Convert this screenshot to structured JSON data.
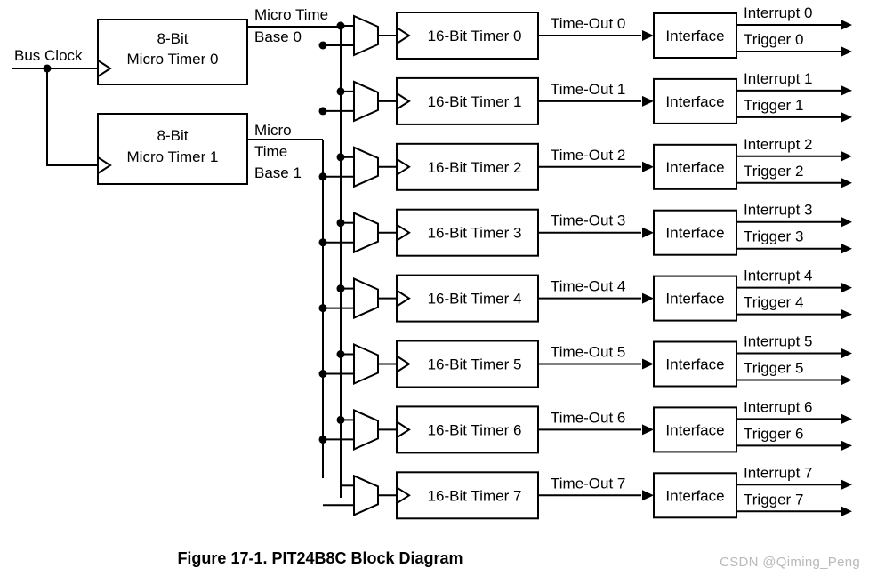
{
  "figure": {
    "caption": "Figure 17-1. PIT24B8C Block Diagram",
    "watermark": "CSDN @Qiming_Peng"
  },
  "inputs": {
    "bus_clock_label": "Bus Clock"
  },
  "micro_timers": [
    {
      "line1": "8-Bit",
      "line2": "Micro Timer 0",
      "output_label_line1": "Micro Time",
      "output_label_line2": "Base 0",
      "output_label_line3": ""
    },
    {
      "line1": "8-Bit",
      "line2": "Micro Timer 1",
      "output_label_line1": "Micro",
      "output_label_line2": "Time",
      "output_label_line3": "Base 1"
    }
  ],
  "channels": [
    {
      "mux_name": "mux-0",
      "timer_label": "16-Bit Timer 0",
      "timeout_label": "Time-Out 0",
      "interface_label": "Interface",
      "interrupt_label": "Interrupt 0",
      "trigger_label": "Trigger 0"
    },
    {
      "mux_name": "mux-1",
      "timer_label": "16-Bit Timer 1",
      "timeout_label": "Time-Out 1",
      "interface_label": "Interface",
      "interrupt_label": "Interrupt 1",
      "trigger_label": "Trigger 1"
    },
    {
      "mux_name": "mux-2",
      "timer_label": "16-Bit Timer 2",
      "timeout_label": "Time-Out 2",
      "interface_label": "Interface",
      "interrupt_label": "Interrupt 2",
      "trigger_label": "Trigger 2"
    },
    {
      "mux_name": "mux-3",
      "timer_label": "16-Bit Timer 3",
      "timeout_label": "Time-Out 3",
      "interface_label": "Interface",
      "interrupt_label": "Interrupt 3",
      "trigger_label": "Trigger 3"
    },
    {
      "mux_name": "mux-4",
      "timer_label": "16-Bit Timer 4",
      "timeout_label": "Time-Out 4",
      "interface_label": "Interface",
      "interrupt_label": "Interrupt 4",
      "trigger_label": "Trigger 4"
    },
    {
      "mux_name": "mux-5",
      "timer_label": "16-Bit Timer 5",
      "timeout_label": "Time-Out 5",
      "interface_label": "Interface",
      "interrupt_label": "Interrupt 5",
      "trigger_label": "Trigger 5"
    },
    {
      "mux_name": "mux-6",
      "timer_label": "16-Bit Timer 6",
      "timeout_label": "Time-Out 6",
      "interface_label": "Interface",
      "interrupt_label": "Interrupt 6",
      "trigger_label": "Trigger 6"
    },
    {
      "mux_name": "mux-7",
      "timer_label": "16-Bit Timer 7",
      "timeout_label": "Time-Out 7",
      "interface_label": "Interface",
      "interrupt_label": "Interrupt 7",
      "trigger_label": "Trigger 7"
    }
  ],
  "colors": {
    "line": "#000000",
    "block_fill": "#ffffff",
    "background": "#ffffff",
    "watermark": "#b9b9b9"
  }
}
